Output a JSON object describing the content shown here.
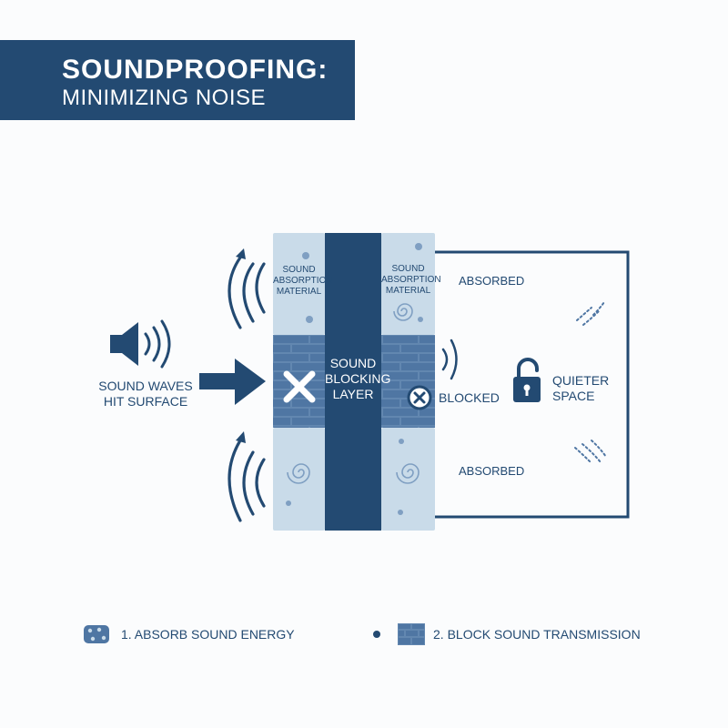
{
  "title": {
    "main": "SOUNDPROOFING:",
    "sub": "MINIMIZING NOISE"
  },
  "source": {
    "label_line1": "SOUND WAVES",
    "label_line2": "HIT SURFACE",
    "icon": "speaker-icon"
  },
  "layers": {
    "left_absorption": {
      "line1": "SOUND",
      "line2": "ABSORPTION",
      "line3": "MATERIAL"
    },
    "blocking": {
      "line1": "SOUND",
      "line2": "BLOCKING",
      "line3": "LAYER"
    },
    "right_absorption": {
      "line1": "SOUND",
      "line2": "ABSORPTION",
      "line3": "MATERIAL"
    }
  },
  "room": {
    "absorbed_top": "ABSORBED",
    "blocked": "BLOCKED",
    "absorbed_bottom": "ABSORBED",
    "quiet_line1": "QUIETER",
    "quiet_line2": "SPACE",
    "icon": "padlock-icon"
  },
  "legend": [
    {
      "icon": "foam-icon",
      "label": "1. ABSORB SOUND ENERGY"
    },
    {
      "icon": "brick-icon",
      "label": "2. BLOCK SOUND TRANSMISSION"
    }
  ],
  "colors": {
    "navy": "#234a72",
    "mid_blue": "#4f76a3",
    "light_blue": "#c9dbe9",
    "background": "#fbfcfd"
  }
}
